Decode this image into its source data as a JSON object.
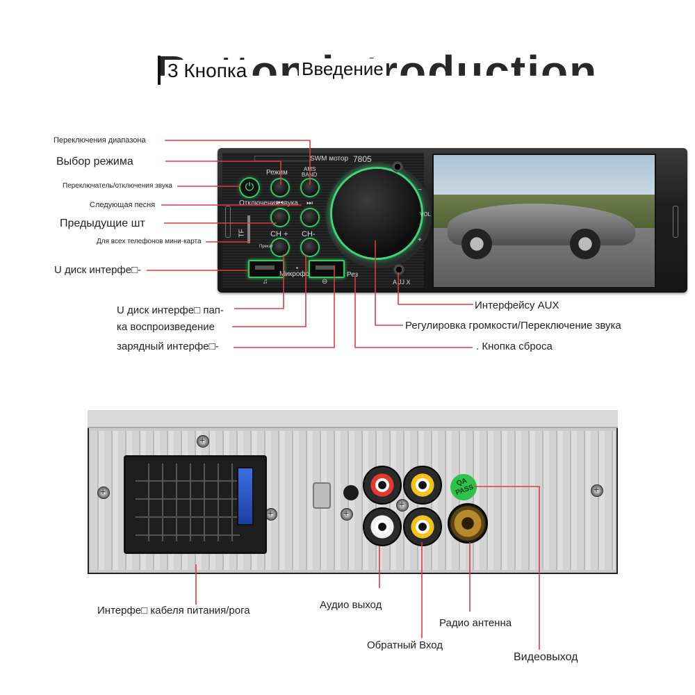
{
  "title": {
    "main": "3 Кнопка",
    "sub": "Введение",
    "background_text": "Button introduction"
  },
  "front_labels": {
    "band_switch": "Переключения диапазона",
    "mode_select": "Выбор режима",
    "mute_switch": "Переключатель/отключения звука",
    "next_song": "Следующая песня",
    "prev_song": "Предыдущие шт",
    "tf_card": "Для всех телефонов мини-карта",
    "usb_interface": "U диск интерфе□-",
    "usb_folder_line1": "U диск интерфе□ пап-",
    "usb_folder_line2": "ка воспроизведение",
    "charging": "зарядный интерфе□-",
    "aux": "Интерфейсу AUX",
    "volume": "Регулировка громкости/Переключение звука",
    "reset": ". Кнопка сброса"
  },
  "panel": {
    "brand": "SWM мотор",
    "model": "7805",
    "mode_btn": "Режим",
    "ams": "AMS",
    "band": "BAND",
    "mute_label": "Отключения звука",
    "ch_plus": "CH +",
    "ch_minus": "CH-",
    "prev_small": "Прекат",
    "mic": "Микрофон",
    "rst": "Рез",
    "aux_jack": "A JJ X",
    "tf": "TF",
    "vol": "VOL",
    "vol_minus": "−",
    "vol_plus": "+"
  },
  "back_labels": {
    "power_harness": "Интерфе□ кабеля питания/рога",
    "audio_out": "Аудио выход",
    "radio_antenna": "Радио антенна",
    "reverse_in": "Обратный Вход",
    "video_out": "Видеовыход",
    "qa_badge_top": "QA",
    "qa_badge_bottom": "PASS"
  },
  "colors": {
    "leader_line": "#e03a3a",
    "accent_glow": "#2ccf63"
  }
}
